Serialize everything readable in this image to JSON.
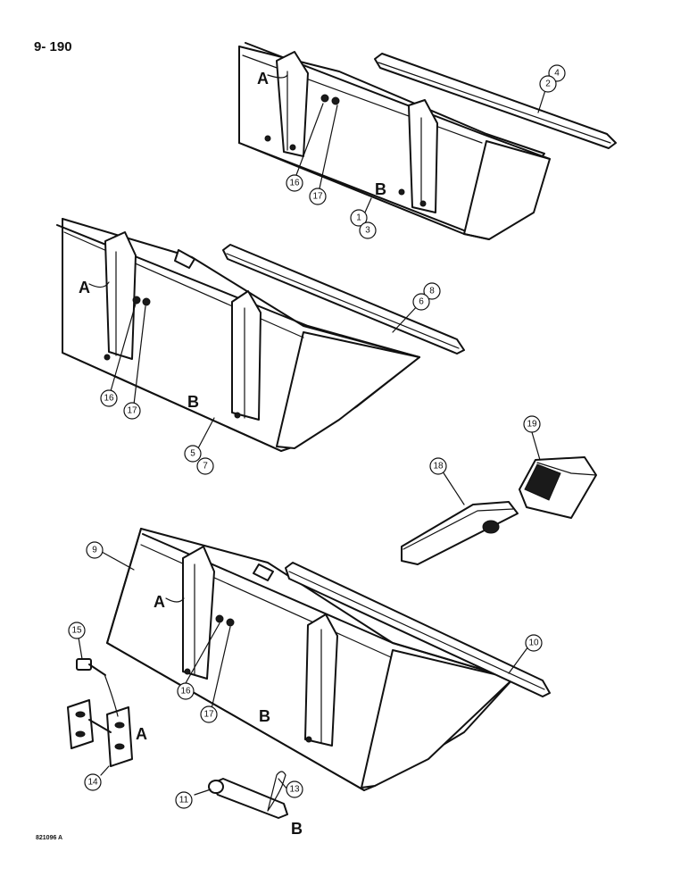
{
  "page_number": "9- 190",
  "figure_code": "821096 A",
  "callouts": {
    "c1": "1",
    "c2": "2",
    "c3": "3",
    "c4": "4",
    "c5": "5",
    "c6": "6",
    "c7": "7",
    "c8": "8",
    "c9": "9",
    "c10": "10",
    "c11": "11",
    "c13": "13",
    "c14": "14",
    "c15": "15",
    "c16a": "16",
    "c17a": "17",
    "c16b": "16",
    "c17b": "17",
    "c16c": "16",
    "c17c": "17",
    "c18": "18",
    "c19": "19"
  },
  "letters": {
    "a1": "A",
    "b1": "B",
    "a2": "A",
    "b2": "B",
    "a3": "A",
    "b3": "B",
    "a4": "A",
    "b4": "B"
  }
}
